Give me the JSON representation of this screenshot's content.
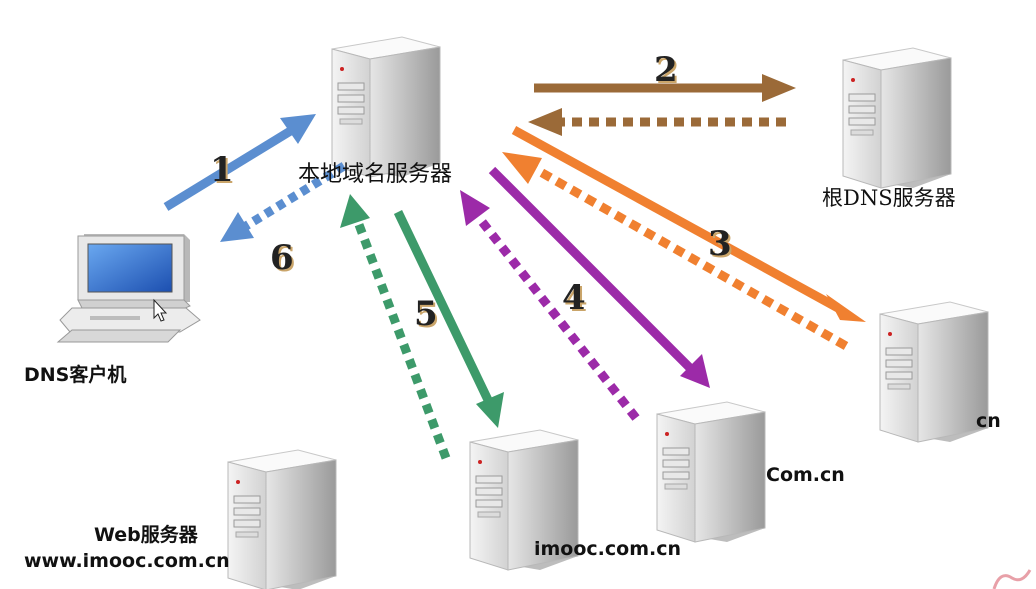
{
  "nodes": {
    "local_dns": "本地域名服务器",
    "root_dns": "根DNS服务器",
    "dns_client": "DNS客户机",
    "cn_server": "cn",
    "com_cn_server": "Com.cn",
    "imooc_server": "imooc.com.cn",
    "web_server_title": "Web服务器",
    "web_server_host": "www.imooc.com.cn"
  },
  "steps": [
    "1",
    "2",
    "3",
    "4",
    "5",
    "6"
  ],
  "colors": {
    "step1_6": "#5b8ed0",
    "step2": "#9b6a38",
    "step3": "#f08030",
    "step4": "#9c2aa8",
    "step5": "#3d9a6a"
  }
}
